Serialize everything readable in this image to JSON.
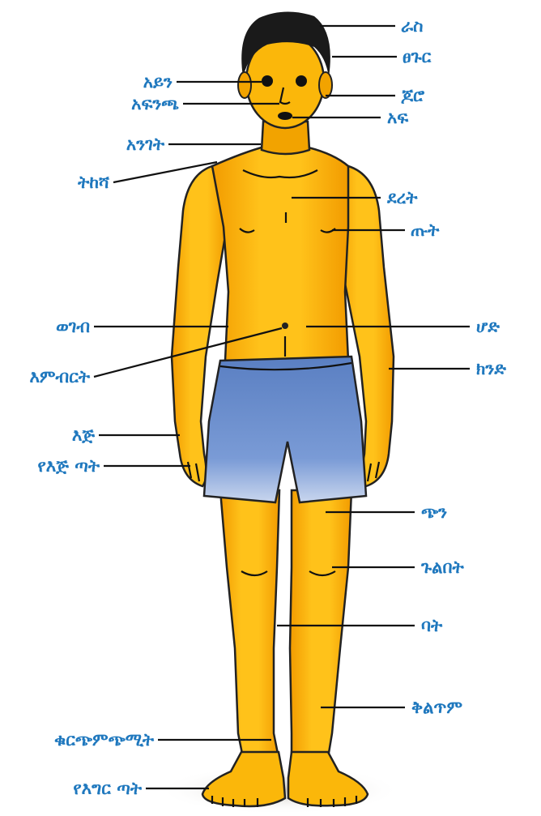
{
  "diagram": {
    "labels": {
      "ras": "ራስ",
      "tsegur": "ፀጉር",
      "ayin": "አይን",
      "joro": "ጆሮ",
      "afincha": "አፍንጫ",
      "af": "አፍ",
      "anget": "አንገት",
      "tikesha": "ትከሻ",
      "deret": "ደረት",
      "tut": "ጡት",
      "wegeb": "ወገብ",
      "hod": "ሆድ",
      "imbirt": "እምብርት",
      "kind": "ክንድ",
      "ij": "እጅ",
      "ye_ij_tat": "የእጅ ጣት",
      "chin": "ጭን",
      "gulbet": "ጉልበት",
      "bat": "ባት",
      "qiltim": "ቅልጥም",
      "qurchimchimit": "ቁርጭምጭሚት",
      "ye_egir_tat": "የእግር ጣት"
    }
  },
  "colors": {
    "label": "#1f78be",
    "skin": "#fbb70a",
    "skin_shadow": "#e08a00",
    "shorts": "#6b8fcf",
    "hair": "#1a1a1a"
  }
}
